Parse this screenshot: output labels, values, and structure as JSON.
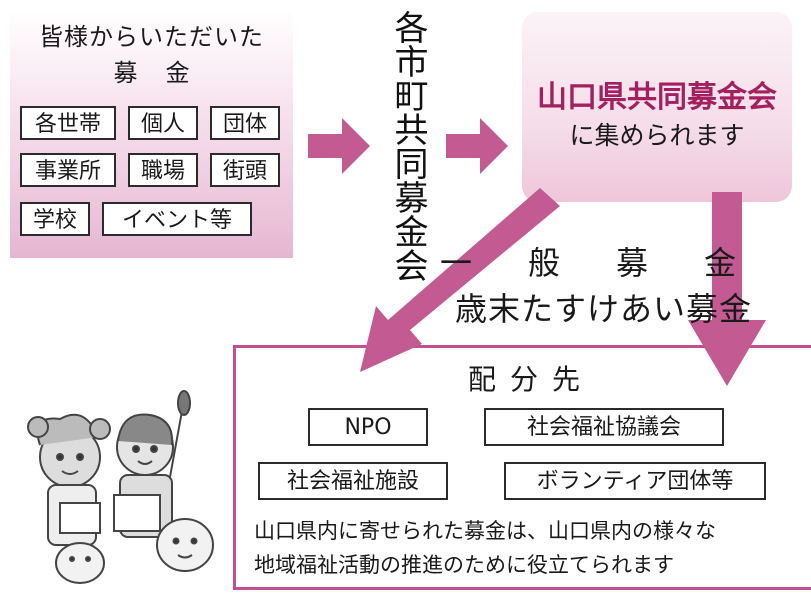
{
  "donations": {
    "title_line1": "皆様からいただいた",
    "title_line2": "募金",
    "sources": [
      "各世帯",
      "個人",
      "団体",
      "事業所",
      "職場",
      "街頭",
      "学校",
      "イベント等"
    ]
  },
  "municipal_label": "各市町共同募金会",
  "prefecture": {
    "name": "山口県共同募金会",
    "subtitle": "に集められます"
  },
  "campaigns": [
    "一般募金",
    "歳末たすけあい募金"
  ],
  "distribution": {
    "title": "配分先",
    "recipients": [
      "NPO",
      "社会福祉協議会",
      "社会福祉施設",
      "ボランティア団体等"
    ],
    "description_line1": "山口県内に寄せられた募金は、山口県内の様々な",
    "description_line2": "地域福祉活動の推進のために役立てられます"
  },
  "colors": {
    "accent": "#c24f8f",
    "arrow": "#c45a92",
    "title_text": "#a3205f",
    "panel_pink": "#e6b6d1"
  }
}
